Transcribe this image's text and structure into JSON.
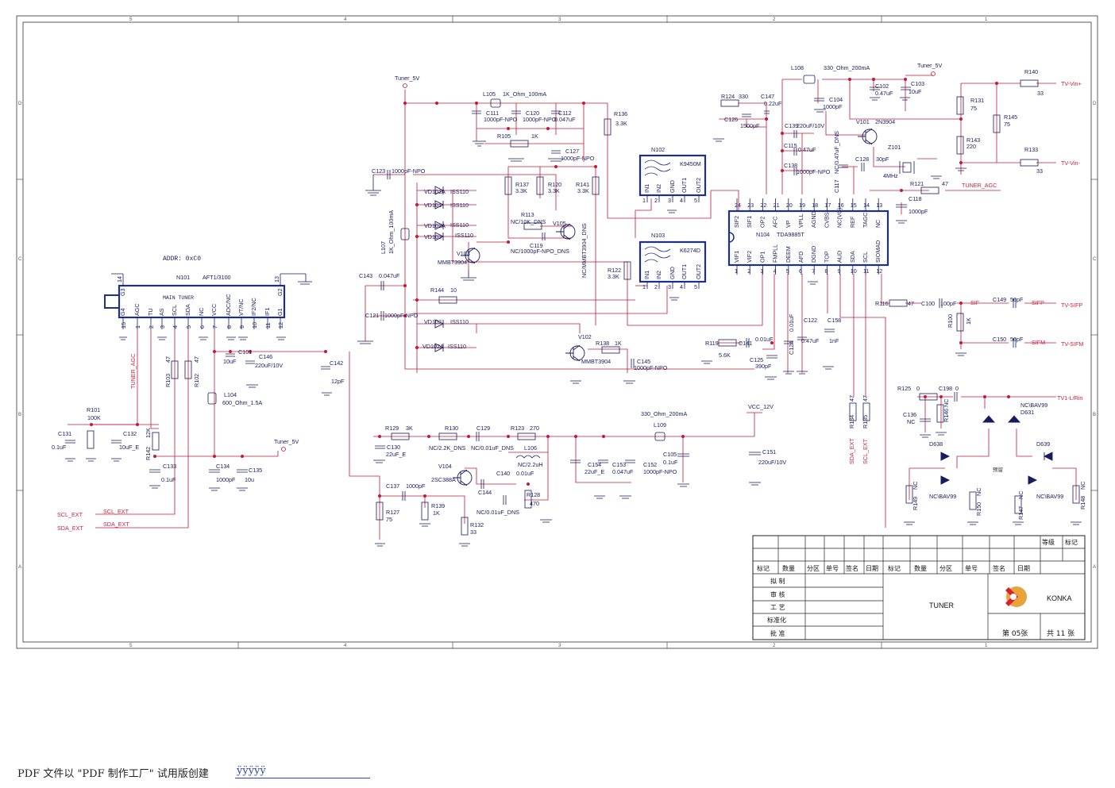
{
  "border": {
    "cols_top": [
      "5",
      "4",
      "3",
      "2",
      "1"
    ],
    "rows": [
      "D",
      "C",
      "B",
      "A"
    ]
  },
  "addr": "ADDR: 0xC0",
  "main_tuner": {
    "ref": "N101",
    "part": "AFT1/3100",
    "label": "MAIN TUNER",
    "pins_bottom": [
      "G4",
      "AGC",
      "TU",
      "AS",
      "SCL",
      "SDA",
      "NC",
      "VCC",
      "ADC/NC",
      "VT/NC",
      "IF2/NC",
      "IF1",
      "G1"
    ],
    "pins_bottom_num": [
      "15",
      "1",
      "2",
      "3",
      "4",
      "5",
      "6",
      "7",
      "8",
      "9",
      "10",
      "11",
      "12"
    ],
    "pins_top": [
      "G3",
      "G2"
    ],
    "pins_top_num": [
      "14",
      "13"
    ]
  },
  "ics": {
    "n102": {
      "ref": "N102",
      "part": "K9450M",
      "pins": [
        "IN1",
        "IN2",
        "GND",
        "OUT1",
        "OUT2"
      ],
      "nums": [
        "1",
        "2",
        "3",
        "4",
        "5"
      ]
    },
    "n103": {
      "ref": "N103",
      "part": "K6274D",
      "pins": [
        "IN1",
        "IN2",
        "GND",
        "OUT1",
        "OUT2"
      ],
      "nums": [
        "1",
        "2",
        "3",
        "4",
        "5"
      ]
    },
    "n104": {
      "ref": "N104",
      "part": "TDA9885T",
      "top_pins": [
        "SIF2",
        "SIF1",
        "OP2",
        "AFC",
        "VP",
        "VPLL",
        "AGND",
        "CVBS",
        "NC(VC)",
        "REF",
        "TAGC",
        "NC"
      ],
      "top_nums": [
        "24",
        "23",
        "22",
        "21",
        "20",
        "19",
        "18",
        "17",
        "16",
        "15",
        "14",
        "13"
      ],
      "bot_pins": [
        "VIF1",
        "VIF2",
        "OP1",
        "FMPLL",
        "DEEM",
        "AFD",
        "DGND",
        "TOP",
        "AUD",
        "SDA",
        "SCL",
        "SIOMAD"
      ],
      "bot_nums": [
        "1",
        "2",
        "3",
        "4",
        "5",
        "6",
        "7",
        "8",
        "9",
        "10",
        "11",
        "12"
      ]
    }
  },
  "parts": {
    "tuner5v_a": "Tuner_5V",
    "tuner5v_b": "Tuner_5V",
    "tuner5v_c": "Tuner_5V",
    "vcc12": "VCC_12V",
    "l105": "L105",
    "l105v": "1K_Ohm_100mA",
    "c111": "C111",
    "c111v": "1000pF-NPO",
    "c120": "C120",
    "c120v": "1000pF-NPO",
    "c112": "C112",
    "c112v": "0.047uF",
    "r136": "R136",
    "r136v": "3.3K",
    "r105": "R105",
    "r105v": "1K",
    "c127": "C127",
    "c127v": "1000pF-NPO",
    "c123": "C123",
    "c123v": "1000pF-NPO",
    "r137": "R137",
    "r137v": "3.3K",
    "r120": "R120",
    "r120v": "3.3K",
    "r141": "R141",
    "r141v": "3.3K",
    "r113": "R113",
    "r113v": "NC/10K_DNS",
    "v105": "V105",
    "c119": "C119",
    "c119v": "NC/1000pF-NPO_DNS",
    "v105v": "NC/MMBT3904_DNS",
    "vd101a": "VD101A",
    "vd101": "VD101",
    "vd102a": "VD102A",
    "vd103": "VD103",
    "iss1": "ISS110",
    "iss2": "ISS110",
    "iss3": "ISS110",
    "iss4": "ISS110",
    "iss5": "ISS110",
    "iss6": "ISS110",
    "v103": "V103",
    "v103v": "MMBT3904",
    "r122": "R122",
    "r122v": "3.3K",
    "l107": "L107",
    "l107v": "1K_Ohm_100mA",
    "c143": "C143",
    "c143v": "0.047uF",
    "r144": "R144",
    "r144v": "10",
    "c121": "C121",
    "c121v": "1000pF-NPO",
    "vd102": "VD102",
    "vd102b": "VD102A",
    "v102": "V102",
    "v102v": "MMBT3904",
    "r138": "R138",
    "r138v": "1K",
    "c145": "C145",
    "c145v": "1000pF-NPO",
    "c101": "C101",
    "c101v": "10uF",
    "c146": "C146",
    "c146v": "220uF/10V",
    "c142": "C142",
    "c142v": "12pF",
    "r103": "R103",
    "r103v": "47",
    "r102": "R102",
    "r102v": "47",
    "l104": "L104",
    "l104v": "600_Ohm_1.5A",
    "r101": "R101",
    "r101v": "100K",
    "c131": "C131",
    "c131v": "0.1uF",
    "c132": "C132",
    "c132v": "10uF_E",
    "r142": "R142",
    "r142v": "12K",
    "c133": "C133",
    "c133v": "0.1uF",
    "c134": "C134",
    "c134v": "1000pF",
    "c135": "C135",
    "c135v": "10u",
    "scl_ext": "SCL_EXT",
    "sda_ext": "SDA_EXT",
    "scl_ext2": "SCL_EXT",
    "sda_ext2": "SDA_EXT",
    "tuner_agc": "TUNER_AGC",
    "r129": "R129",
    "r129v": "3K",
    "r130": "R130",
    "r130v": "NC/2.2K_DNS",
    "c129": "C129",
    "c129v": "NC/0.01uF_DNS",
    "r123": "R123",
    "r123v": "270",
    "l106": "L106",
    "l106v": "NC/2.2uH",
    "c130": "C130",
    "c130v": "22uF_E",
    "v104": "V104",
    "v104v": "2SC388A",
    "c140": "C140",
    "c140v": "0.01uF",
    "c137": "C137",
    "c137v": "1000pF",
    "r139": "R139",
    "r139v": "1K",
    "c144": "C144",
    "c144v": "NC/0.01uF_DNS",
    "r128": "R128",
    "r128v": "470",
    "r127": "R127",
    "r127v": "75",
    "r132": "R132",
    "r132v": "33",
    "c154": "C154",
    "c154v": "22uF_E",
    "c153": "C153",
    "c153v": "0.047uF",
    "c152": "C152",
    "c152v": "1000pF-NPO",
    "l109": "L109",
    "l109v": "330_Ohm_200mA",
    "c105": "C105",
    "c105v": "0.1uF",
    "c151": "C151",
    "c151v": "220uF/10V",
    "r124": "R124",
    "r124v": "330",
    "c147": "C147",
    "c147v": "0.22uF",
    "c126": "C126",
    "c126v": "1500pF",
    "l108": "L108",
    "l108v": "330_Ohm_200mA",
    "c102": "C102",
    "c102v": "0.47uF",
    "c103": "C103",
    "c103v": "10uF",
    "c104": "C104",
    "c104v": "1000pF",
    "c139": "C139",
    "c139v": "220uF/10V",
    "c115": "C115",
    "c115v": "0.47uF",
    "c138": "C138",
    "c138v": "1000pF-NPO",
    "c117": "C117",
    "c117v": "NC/0.47uF_DNS",
    "v101": "V101",
    "v101v": "2N3904",
    "c128": "C128",
    "c128v": "30pF",
    "z101": "Z101",
    "z101v": "4MHz",
    "r121": "R121",
    "r121v": "47",
    "tuner_agc2": "TUNER_AGC",
    "c118": "C118",
    "c118v": "1000pF",
    "r140": "R140",
    "r140v": "33",
    "r131": "R131",
    "r131v": "75",
    "r145": "R145",
    "r145v": "75",
    "r143": "R143",
    "r143v": "220",
    "r133": "R133",
    "r133v": "33",
    "tv_vinp": "TV-Vin+",
    "tv_vinm": "TV-Vin-",
    "r116": "R116",
    "r116v": "47",
    "c100": "C100",
    "c100v": "100pF",
    "sif": "SIF",
    "c149": "C149",
    "c149v": "56pF",
    "sifp": "SIFP",
    "tv_sifp": "TV-SIFP",
    "r100": "R100",
    "r100v": "1K",
    "c150": "C150",
    "c150v": "56pF",
    "sifm": "SIFM",
    "tv_sifm": "TV-SIFM",
    "r119": "R119",
    "r119v": "5.6K",
    "c141": "C141",
    "c141v": "0.01uF",
    "c125": "C125",
    "c125v": "390pF",
    "c124": "C124",
    "c124v": "0.01uF",
    "c122": "C122",
    "c122v": "0.47uF",
    "c158": "C158",
    "c158v": "1nF",
    "r134": "R134",
    "r134v": "47",
    "r135": "R135",
    "r135v": "47",
    "sda_ext3": "SDA_EXT",
    "scl_ext3": "SCL_EXT",
    "r125": "R125",
    "r125v": "0",
    "c198": "C198",
    "c198v": "0",
    "tv1lrin": "TV1-L/Rin",
    "c136": "C136",
    "c136v": "NC",
    "r146": "R146",
    "r146v": "NC",
    "d638": "D638",
    "d631": "D631",
    "d631v": "NC\\BAV99",
    "d639": "D639",
    "r149": "R149",
    "r149v": "NC",
    "d638v": "NC\\BAV99",
    "r150": "R150",
    "r150v": "NC",
    "r147": "R147",
    "r147v": "NC",
    "d639v": "NC\\BAV99",
    "r148": "R148",
    "r148v": "NC",
    "yuliu": "预留"
  },
  "title_block": {
    "grade": "等级",
    "mark": "标记",
    "hdr": [
      "标记",
      "数量",
      "分区",
      "单号",
      "签名",
      "日期",
      "标记",
      "数量",
      "分区",
      "单号",
      "签名",
      "日期"
    ],
    "rows": [
      "拟 制",
      "审 核",
      "工 艺",
      "标准化",
      "批 准"
    ],
    "title": "TUNER",
    "company": "KONKA",
    "sheet": "第 05张",
    "total": "共 11 张"
  },
  "footer": {
    "text": "PDF 文件以 \"PDF 制作工厂\" 试用版创建",
    "link": "ÿÿÿÿÿ"
  }
}
